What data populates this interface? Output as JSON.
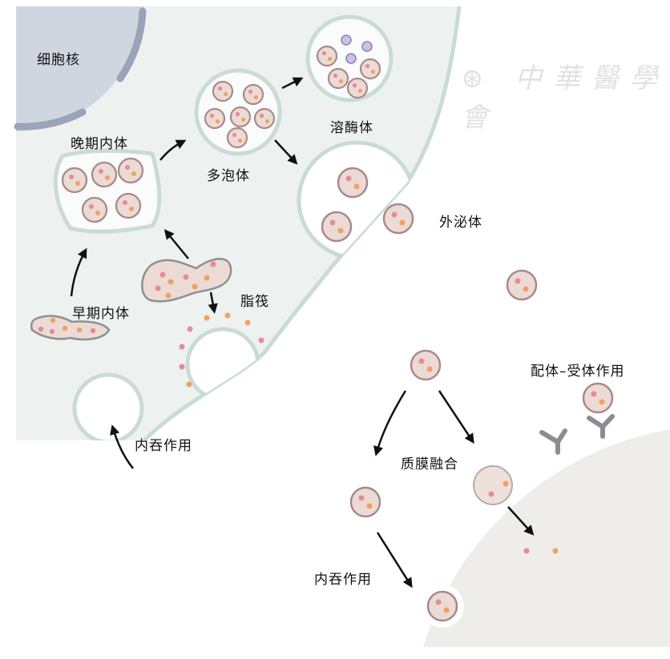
{
  "labels": {
    "nucleus": "细胞核",
    "late_endosome": "晚期内体",
    "multivesicular_body": "多泡体",
    "lysosome": "溶酶体",
    "exosome": "外泌体",
    "lipid_raft": "脂筏",
    "early_endosome": "早期内体",
    "endocytosis_left": "内吞作用",
    "ligand_receptor": "配体–受体作用",
    "membrane_fusion": "质膜融合",
    "endocytosis_right": "内吞作用"
  },
  "watermark": "中華醫學會",
  "colors": {
    "cell": "#edf2f0",
    "cell_membrane": "#c9dbd6",
    "nucleus": "#d0d6e0",
    "nuclear_envelope": "#9aa4b9",
    "target_cell": "#efedea",
    "vesicle_fill": "#ecdbd5",
    "vesicle_stroke": "#a8898a",
    "pink_dot": "#e58b9c",
    "orange_dot": "#eea266",
    "enzyme": "#c9c2e2",
    "receptor": "#8a8d91"
  }
}
